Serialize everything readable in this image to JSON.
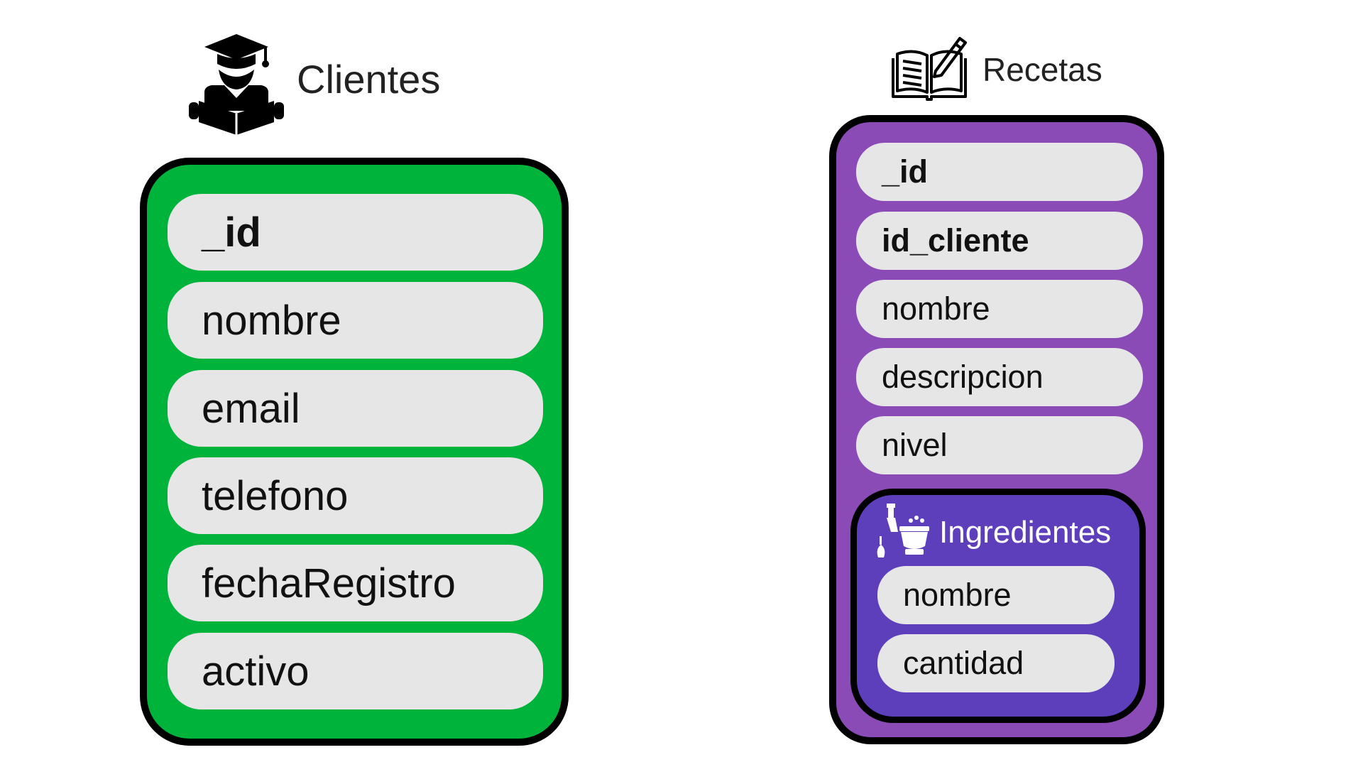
{
  "colors": {
    "clientes_fill": "#00b33a",
    "recetas_fill": "#8a4bb7",
    "ingredientes_fill": "#5e3fbb",
    "field_fill": "#e6e6e6",
    "border": "#000000"
  },
  "clientes": {
    "title": "Clientes",
    "icon": "graduate-reading-icon",
    "fields": [
      {
        "label": "_id",
        "key": true
      },
      {
        "label": "nombre",
        "key": false
      },
      {
        "label": "email",
        "key": false
      },
      {
        "label": "telefono",
        "key": false
      },
      {
        "label": "fechaRegistro",
        "key": false
      },
      {
        "label": "activo",
        "key": false
      }
    ]
  },
  "recetas": {
    "title": "Recetas",
    "icon": "open-book-pencil-icon",
    "fields": [
      {
        "label": "_id",
        "key": true
      },
      {
        "label": "id_cliente",
        "key": true
      },
      {
        "label": "nombre",
        "key": false
      },
      {
        "label": "descripcion",
        "key": false
      },
      {
        "label": "nivel",
        "key": false
      }
    ],
    "ingredientes": {
      "title": "Ingredientes",
      "icon": "mortar-pestle-icon",
      "fields": [
        {
          "label": "nombre",
          "key": false
        },
        {
          "label": "cantidad",
          "key": false
        }
      ]
    }
  }
}
